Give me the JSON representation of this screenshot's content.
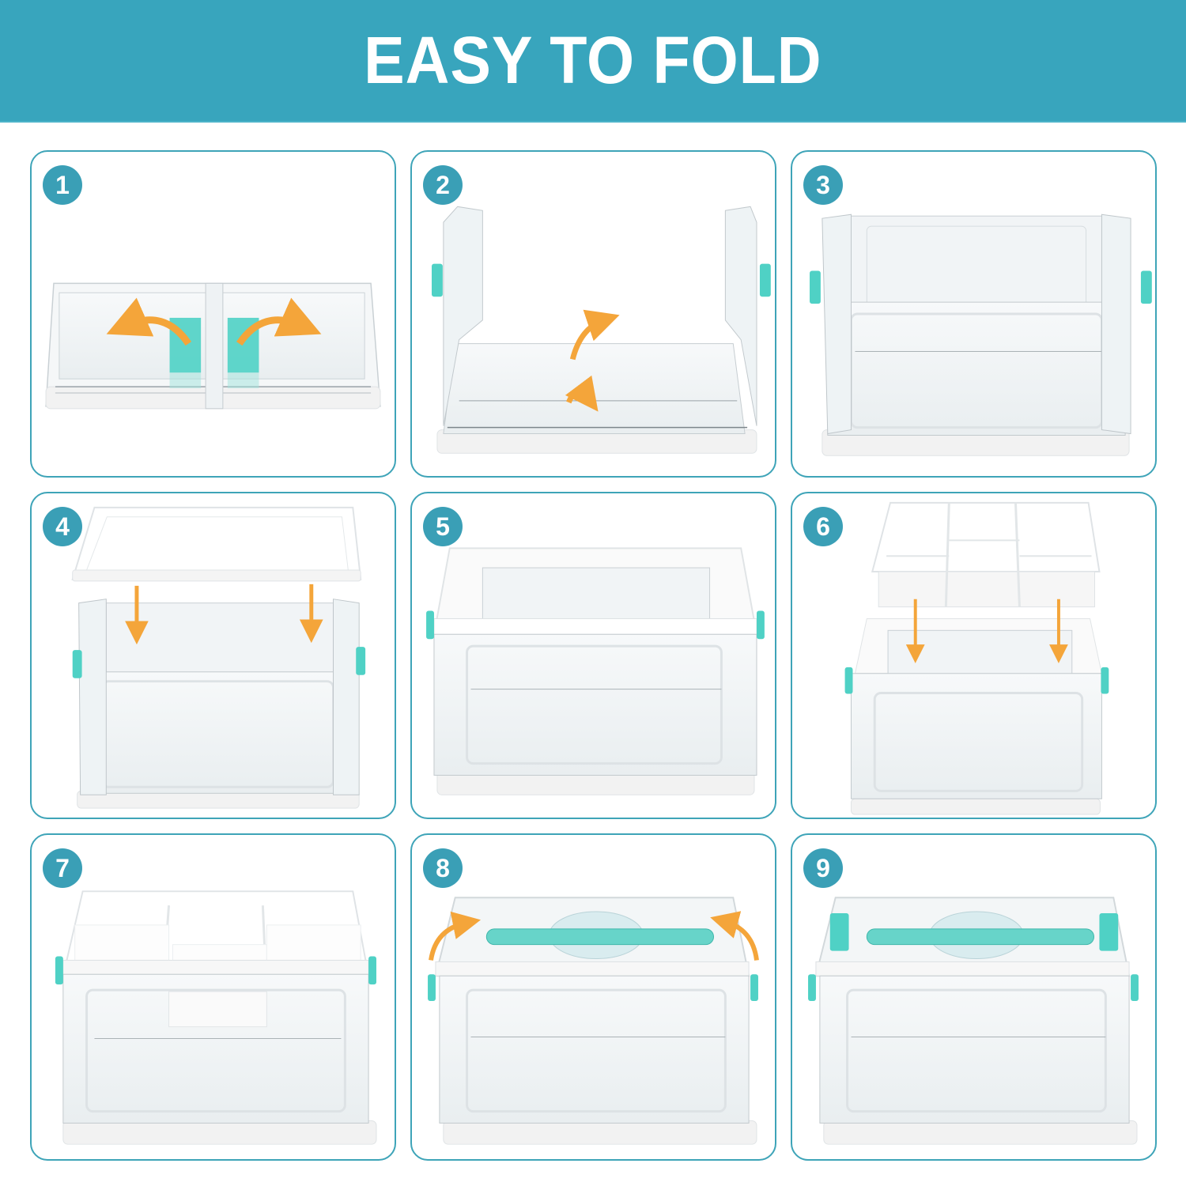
{
  "header": {
    "title": "EASY TO FOLD"
  },
  "colors": {
    "header_bg": "#38a5bd",
    "panel_border": "#3ea4b8",
    "badge_bg": "#3a9fb6",
    "accent_teal": "#3fd0c6",
    "arrow_orange": "#f4a53a",
    "box_base": "#f2f2f2"
  },
  "steps": [
    {
      "number": "1",
      "description": "Flattened box; pull teal side clips outward to unfold",
      "arrows": "curved outward left and right"
    },
    {
      "number": "2",
      "description": "Side panels raised upright with teal clips; front and back panels lift up",
      "arrows": "curved upward"
    },
    {
      "number": "3",
      "description": "All panels raised forming an open transparent box"
    },
    {
      "number": "4",
      "description": "Place white top frame onto the box",
      "arrows": "two straight down arrows"
    },
    {
      "number": "5",
      "description": "Box with white top frame attached"
    },
    {
      "number": "6",
      "description": "Lower white divider tray into the box",
      "arrows": "two straight down arrows"
    },
    {
      "number": "7",
      "description": "Divider tray seated inside the box"
    },
    {
      "number": "8",
      "description": "Place transparent lid with teal handle; fold side latches over",
      "arrows": "curved inward left and right"
    },
    {
      "number": "9",
      "description": "Fully assembled box with lid latched by teal clips"
    }
  ]
}
